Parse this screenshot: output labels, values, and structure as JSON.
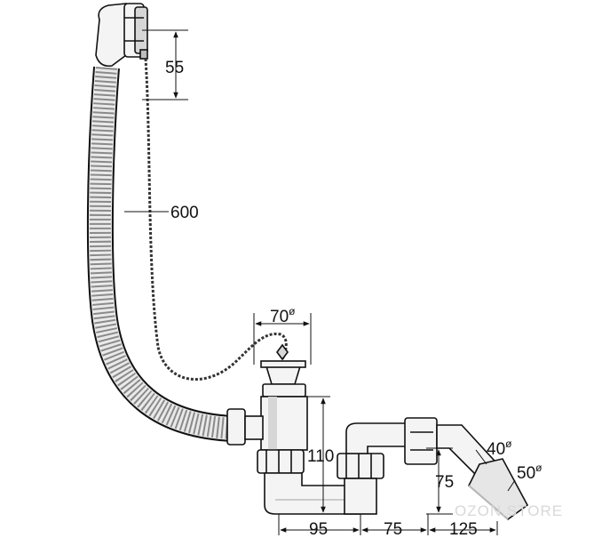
{
  "dimensions": {
    "overflow_drop": "55",
    "chain_length": "600",
    "plug_diameter": "70",
    "plug_diameter_symbol": "ø",
    "trap_height": "110",
    "outlet_height": "75",
    "outlet_inner_diameter": "40",
    "outlet_inner_symbol": "ø",
    "outlet_outer_diameter": "50",
    "outlet_outer_symbol": "ø",
    "base_width_1": "95",
    "base_width_2": "75",
    "base_width_3": "125"
  },
  "watermark": "OZON.STORE",
  "colors": {
    "line": "#111111",
    "part_fill": "#f4f4f4",
    "shade": "#bdbdbd",
    "hose_rib": "#8a8a8a"
  }
}
